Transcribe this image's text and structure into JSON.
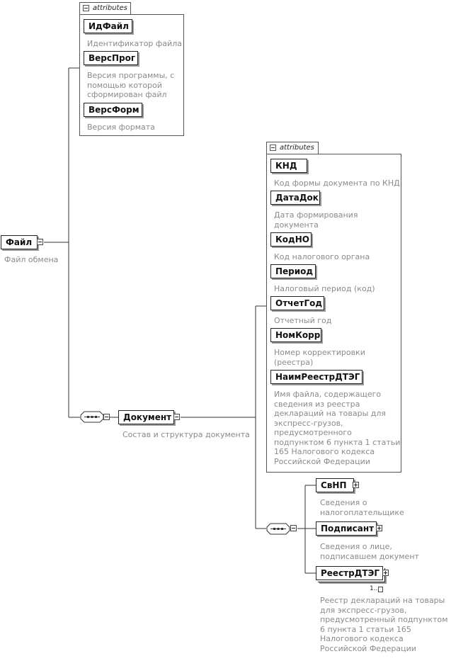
{
  "attributes_label": "attributes",
  "root": {
    "name": "Файл",
    "desc": "Файл обмена"
  },
  "file_attributes": [
    {
      "name": "ИдФайл",
      "desc": [
        "Идентификатор файла"
      ]
    },
    {
      "name": "ВерсПрог",
      "desc": [
        "Версия программы, с",
        "помощью которой",
        "сформирован файл"
      ]
    },
    {
      "name": "ВерсФорм",
      "desc": [
        "Версия формата"
      ]
    }
  ],
  "document": {
    "name": "Документ",
    "desc": "Состав и структура документа"
  },
  "document_attributes": [
    {
      "name": "КНД",
      "desc": [
        "Код формы документа по КНД"
      ]
    },
    {
      "name": "ДатаДок",
      "desc": [
        "Дата формирования",
        "документа"
      ]
    },
    {
      "name": "КодНО",
      "desc": [
        "Код налогового органа"
      ]
    },
    {
      "name": "Период",
      "desc": [
        "Налоговый период (код)"
      ]
    },
    {
      "name": "ОтчетГод",
      "desc": [
        "Отчетный год"
      ]
    },
    {
      "name": "НомКорр",
      "desc": [
        "Номер корректировки",
        "(реестра)"
      ]
    },
    {
      "name": "НаимРеестрДТЭГ",
      "desc": [
        "Имя файла, содержащего",
        "сведения из реестра",
        "деклараций на товары для",
        "экспресс-грузов,",
        "предусмотренного",
        "подпунктом 6 пункта 1 статьи",
        "165 Налогового кодекса",
        "Российской Федерации"
      ]
    }
  ],
  "children": [
    {
      "name": "СвНП",
      "desc": [
        "Сведения о",
        "налогоплательщике"
      ]
    },
    {
      "name": "Подписант",
      "desc": [
        "Сведения о лице,",
        "подписавшем документ"
      ]
    },
    {
      "name": "РеестрДТЭГ",
      "cardinality": "1..",
      "desc": [
        "Реестр деклараций на товары",
        "для экспресс-грузов,",
        "предусмотренный подпунктом",
        "6 пункта 1 статьи 165",
        "Налогового кодекса",
        "Российской Федерации"
      ]
    }
  ]
}
